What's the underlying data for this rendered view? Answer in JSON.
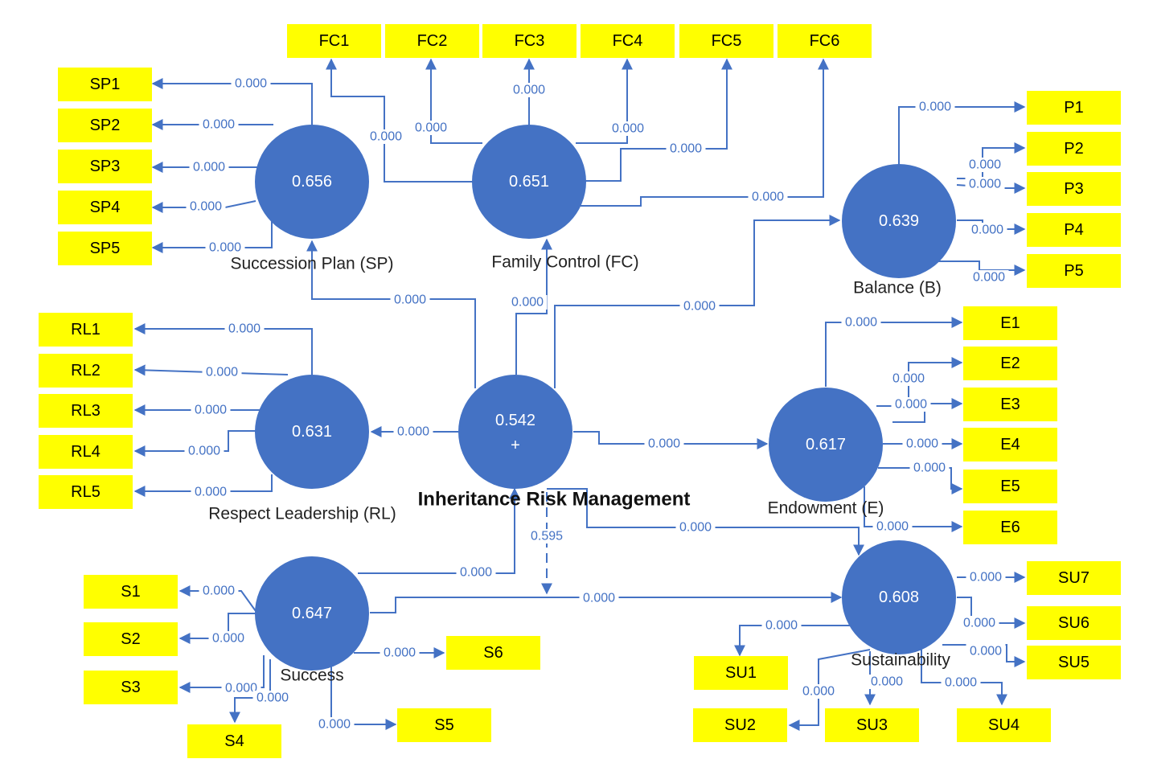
{
  "colors": {
    "node": "#4472c4",
    "box": "#ffff00",
    "line": "#4472c4",
    "label_bg": "#ffffff"
  },
  "nodes": {
    "irm": {
      "value": "0.542",
      "plus": "+",
      "caption": "Inheritance Risk Management"
    },
    "sp": {
      "value": "0.656",
      "caption": "Succession Plan (SP)"
    },
    "fc": {
      "value": "0.651",
      "caption": "Family Control (FC)"
    },
    "b": {
      "value": "0.639",
      "caption": "Balance (B)"
    },
    "rl": {
      "value": "0.631",
      "caption": "Respect Leadership (RL)"
    },
    "e": {
      "value": "0.617",
      "caption": "Endowment (E)"
    },
    "s": {
      "value": "0.647",
      "caption": "Success"
    },
    "su": {
      "value": "0.608",
      "caption": "Sustainability"
    }
  },
  "indicators": {
    "fc": [
      "FC1",
      "FC2",
      "FC3",
      "FC4",
      "FC5",
      "FC6"
    ],
    "sp": [
      "SP1",
      "SP2",
      "SP3",
      "SP4",
      "SP5"
    ],
    "p": [
      "P1",
      "P2",
      "P3",
      "P4",
      "P5"
    ],
    "rl": [
      "RL1",
      "RL2",
      "RL3",
      "RL4",
      "RL5"
    ],
    "e": [
      "E1",
      "E2",
      "E3",
      "E4",
      "E5",
      "E6"
    ],
    "s": [
      "S1",
      "S2",
      "S3",
      "S4",
      "S5",
      "S6"
    ],
    "su": [
      "SU1",
      "SU2",
      "SU3",
      "SU4",
      "SU5",
      "SU6",
      "SU7"
    ]
  },
  "paths": {
    "irm_sp": "0.000",
    "irm_fc": "0.000",
    "irm_b": "0.000",
    "irm_rl": "0.000",
    "irm_e": "0.000",
    "irm_su": "0.000",
    "s_irm": "0.000",
    "s_su": "0.000",
    "irm_s_dashed": "0.595"
  },
  "loadings": {
    "sp": [
      "0.000",
      "0.000",
      "0.000",
      "0.000",
      "0.000"
    ],
    "fc": [
      "0.000",
      "0.000",
      "0.000",
      "0.000",
      "0.000",
      "0.000"
    ],
    "p": [
      "0.000",
      "0.000",
      "0.000",
      "0.000",
      "0.000"
    ],
    "rl": [
      "0.000",
      "0.000",
      "0.000",
      "0.000",
      "0.000"
    ],
    "e": [
      "0.000",
      "0.000",
      "0.000",
      "0.000",
      "0.000",
      "0.000"
    ],
    "s": [
      "0.000",
      "0.000",
      "0.000",
      "0.000",
      "0.000",
      "0.000"
    ],
    "su": [
      "0.000",
      "0.000",
      "0.000",
      "0.000",
      "0.000",
      "0.000",
      "0.000"
    ]
  }
}
